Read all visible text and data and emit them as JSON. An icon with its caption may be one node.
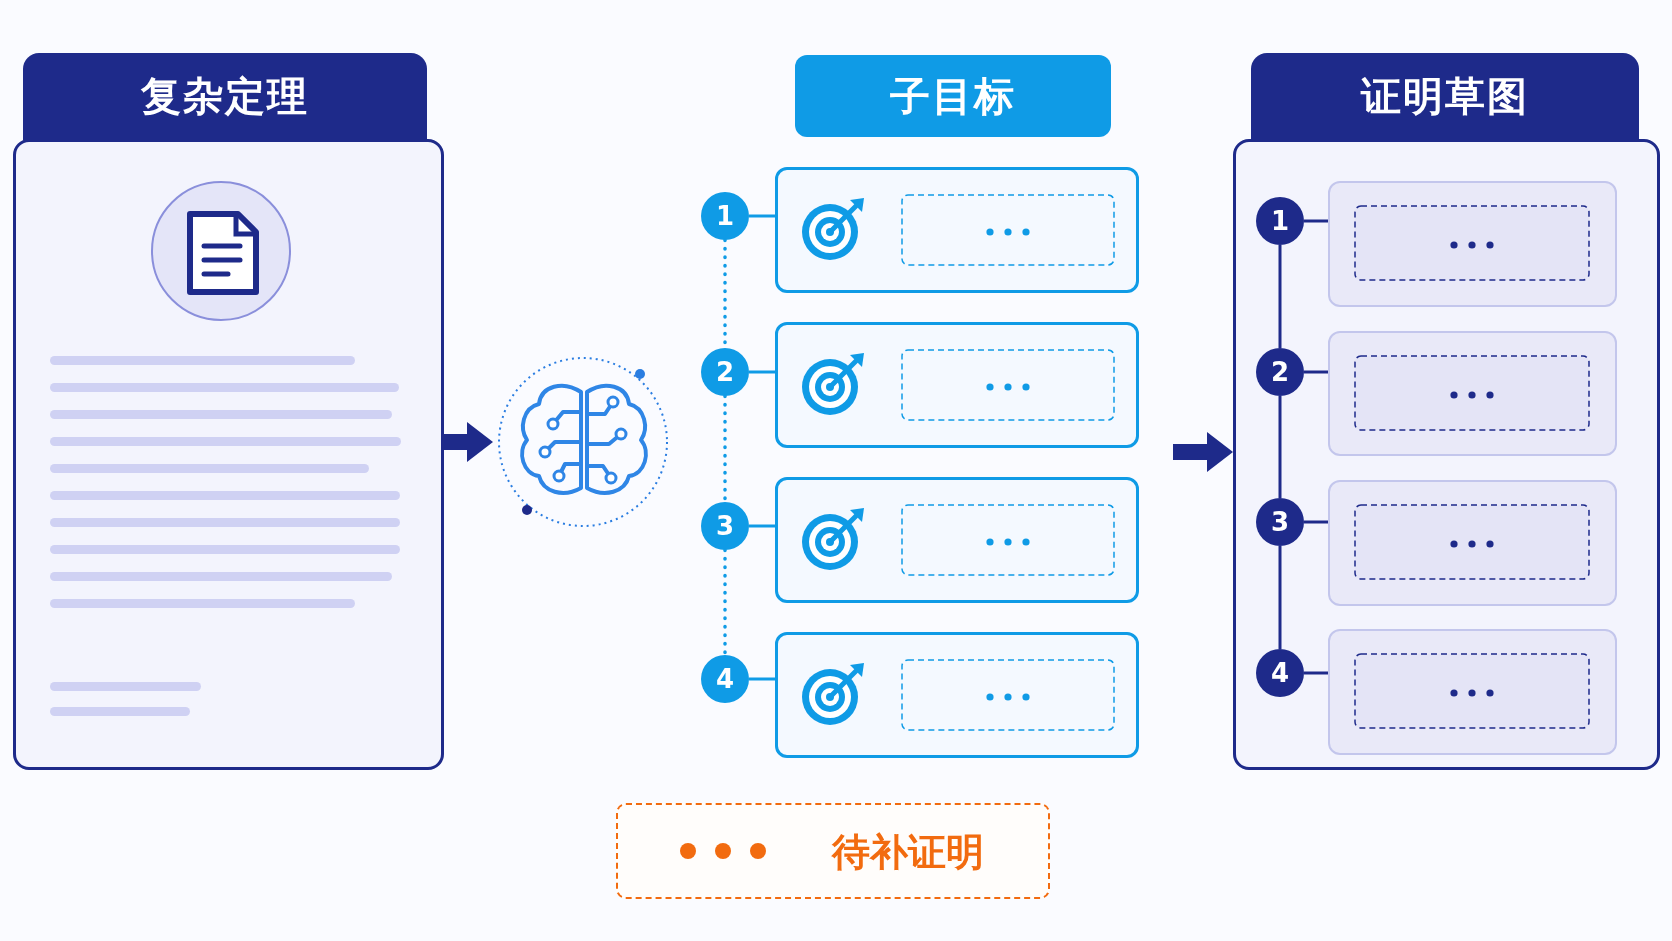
{
  "diagram": {
    "nodes": [
      {
        "text": [
          "复杂定理"
        ]
      },
      {
        "text": [],
        "shape": "picture"
      },
      {
        "text": [
          "子目标"
        ]
      },
      {
        "text": [
          "1"
        ]
      },
      {
        "text": [],
        "shape": "box"
      },
      {
        "text": [
          "2"
        ]
      },
      {
        "text": [],
        "shape": "box"
      },
      {
        "text": [
          "3"
        ]
      },
      {
        "text": [],
        "shape": "box"
      },
      {
        "text": [
          "4"
        ]
      },
      {
        "text": [],
        "shape": "box"
      },
      {
        "text": [
          "证明草图"
        ]
      },
      {
        "text": [
          "1"
        ],
        "in": 11
      },
      {
        "text": [],
        "shape": "box",
        "in": 11
      },
      {
        "text": [
          "2"
        ],
        "in": 11
      },
      {
        "text": [],
        "shape": "box",
        "in": 11
      },
      {
        "text": [
          "3"
        ],
        "in": 11
      },
      {
        "text": [],
        "shape": "box",
        "in": 11
      },
      {
        "text": [
          "4"
        ],
        "in": 11
      },
      {
        "text": [],
        "shape": "box",
        "in": 11
      }
    ],
    "edges": [
      {
        "from": 0,
        "to": 1,
        "arrow": "to",
        "style": "thick"
      },
      {
        "from": null,
        "to": 11,
        "arrow": "to",
        "style": "thick"
      },
      {
        "from": 3,
        "to": 4,
        "arrow": "none",
        "color": "#0f9be6"
      },
      {
        "from": 5,
        "to": 6,
        "arrow": "none",
        "color": "#0f9be6"
      },
      {
        "from": 7,
        "to": 8,
        "arrow": "none",
        "color": "#0f9be6"
      },
      {
        "from": 9,
        "to": 10,
        "arrow": "none",
        "color": "#0f9be6"
      },
      {
        "from": 3,
        "to": 5,
        "arrow": "none",
        "style": "dashed",
        "color": "#0f9be6"
      },
      {
        "from": 5,
        "to": 7,
        "arrow": "none",
        "style": "dashed",
        "color": "#0f9be6"
      },
      {
        "from": 7,
        "to": 9,
        "arrow": "none",
        "style": "dashed",
        "color": "#0f9be6"
      },
      {
        "from": 12,
        "to": 13,
        "arrow": "none"
      },
      {
        "from": 14,
        "to": 15,
        "arrow": "none"
      },
      {
        "from": 16,
        "to": 17,
        "arrow": "none"
      },
      {
        "from": 18,
        "to": 19,
        "arrow": "none"
      },
      {
        "from": 12,
        "to": 14,
        "arrow": "none"
      },
      {
        "from": 14,
        "to": 16,
        "arrow": "none"
      },
      {
        "from": 16,
        "to": 18,
        "arrow": "none"
      }
    ],
    "legend": [
      {
        "text": "待补证明"
      }
    ]
  }
}
